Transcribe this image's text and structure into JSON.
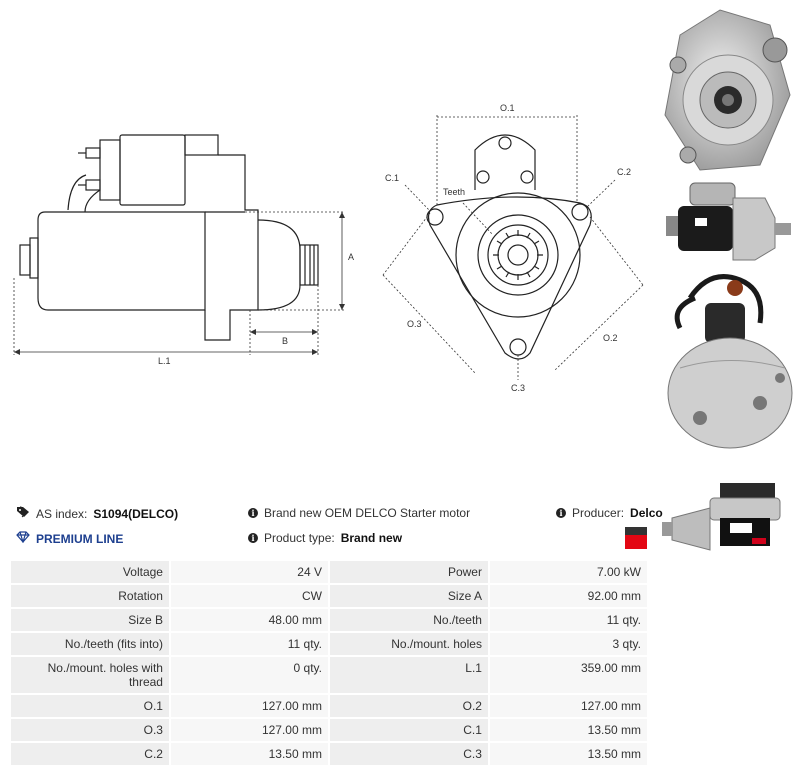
{
  "drawing": {
    "dim_l1": "L.1",
    "dim_a": "A",
    "dim_b": "B",
    "dim_o1": "O.1",
    "dim_o2": "O.2",
    "dim_o3": "O.3",
    "dim_c1": "C.1",
    "dim_c2": "C.2",
    "dim_c3": "C.3",
    "teeth": "Teeth"
  },
  "info": {
    "as_index_label": "AS index:",
    "as_index_value": "S1094(DELCO)",
    "premium": "PREMIUM LINE",
    "description": "Brand new OEM DELCO Starter motor",
    "product_type_label": "Product type:",
    "product_type_value": "Brand new",
    "producer_label": "Producer:",
    "producer_value": "Delco"
  },
  "colors": {
    "accent": "#1d3f8f",
    "logo_red": "#e30613",
    "logo_dark": "#333333"
  },
  "specs": [
    [
      "Voltage",
      "24 V",
      "Power",
      "7.00 kW"
    ],
    [
      "Rotation",
      "CW",
      "Size A",
      "92.00 mm"
    ],
    [
      "Size B",
      "48.00 mm",
      "No./teeth",
      "11 qty."
    ],
    [
      "No./teeth (fits into)",
      "11 qty.",
      "No./mount. holes",
      "3 qty."
    ],
    [
      "No./mount. holes with thread",
      "0 qty.",
      "L.1",
      "359.00 mm"
    ],
    [
      "O.1",
      "127.00 mm",
      "O.2",
      "127.00 mm"
    ],
    [
      "O.3",
      "127.00 mm",
      "C.1",
      "13.50 mm"
    ],
    [
      "C.2",
      "13.50 mm",
      "C.3",
      "13.50 mm"
    ]
  ]
}
